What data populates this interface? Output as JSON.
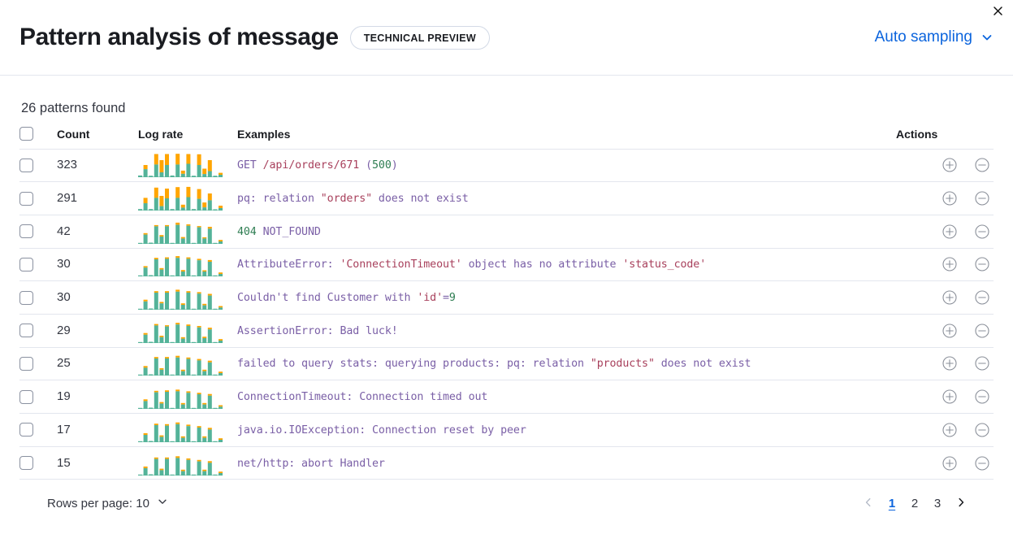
{
  "header": {
    "title": "Pattern analysis of message",
    "badge": "TECHNICAL PREVIEW",
    "sampling_label": "Auto sampling",
    "chevron_icon": "chevron-down-icon",
    "close_icon": "close-icon",
    "accent_color": "#0b64dd"
  },
  "summary": {
    "patterns_found": "26 patterns found"
  },
  "table": {
    "columns": {
      "select": "",
      "count": "Count",
      "log_rate": "Log rate",
      "examples": "Examples",
      "actions": "Actions"
    },
    "rows": [
      {
        "count": "323",
        "example_tokens": [
          {
            "t": "GET ",
            "k": "kw"
          },
          {
            "t": "/api/orders/671",
            "k": "str"
          },
          {
            "t": " (",
            "k": "kw"
          },
          {
            "t": "500",
            "k": "num"
          },
          {
            "t": ")",
            "k": "kw"
          }
        ],
        "spark": [
          {
            "teal": 0.07,
            "orange": 0.0
          },
          {
            "teal": 0.33,
            "orange": 0.17
          },
          {
            "teal": 0.06,
            "orange": 0.0
          },
          {
            "teal": 0.52,
            "orange": 0.43
          },
          {
            "teal": 0.2,
            "orange": 0.5
          },
          {
            "teal": 0.5,
            "orange": 0.45
          },
          {
            "teal": 0.07,
            "orange": 0.0
          },
          {
            "teal": 0.52,
            "orange": 0.44
          },
          {
            "teal": 0.14,
            "orange": 0.13
          },
          {
            "teal": 0.55,
            "orange": 0.4
          },
          {
            "teal": 0.06,
            "orange": 0.0
          },
          {
            "teal": 0.5,
            "orange": 0.44
          },
          {
            "teal": 0.13,
            "orange": 0.22
          },
          {
            "teal": 0.25,
            "orange": 0.45
          },
          {
            "teal": 0.06,
            "orange": 0.0
          },
          {
            "teal": 0.1,
            "orange": 0.08
          }
        ]
      },
      {
        "count": "291",
        "example_tokens": [
          {
            "t": "pq: relation ",
            "k": "kw"
          },
          {
            "t": "\"orders\"",
            "k": "str"
          },
          {
            "t": " does not exist",
            "k": "kw"
          }
        ],
        "spark": [
          {
            "teal": 0.06,
            "orange": 0.0
          },
          {
            "teal": 0.3,
            "orange": 0.22
          },
          {
            "teal": 0.06,
            "orange": 0.0
          },
          {
            "teal": 0.52,
            "orange": 0.42
          },
          {
            "teal": 0.18,
            "orange": 0.42
          },
          {
            "teal": 0.5,
            "orange": 0.4
          },
          {
            "teal": 0.06,
            "orange": 0.0
          },
          {
            "teal": 0.52,
            "orange": 0.44
          },
          {
            "teal": 0.12,
            "orange": 0.12
          },
          {
            "teal": 0.55,
            "orange": 0.42
          },
          {
            "teal": 0.06,
            "orange": 0.0
          },
          {
            "teal": 0.48,
            "orange": 0.4
          },
          {
            "teal": 0.13,
            "orange": 0.2
          },
          {
            "teal": 0.42,
            "orange": 0.28
          },
          {
            "teal": 0.05,
            "orange": 0.0
          },
          {
            "teal": 0.1,
            "orange": 0.1
          }
        ]
      },
      {
        "count": "42",
        "example_tokens": [
          {
            "t": "404",
            "k": "num"
          },
          {
            "t": " NOT_FOUND",
            "k": "kw"
          }
        ],
        "spark": [
          {
            "teal": 0.04,
            "orange": 0.0
          },
          {
            "teal": 0.38,
            "orange": 0.06
          },
          {
            "teal": 0.05,
            "orange": 0.0
          },
          {
            "teal": 0.72,
            "orange": 0.05
          },
          {
            "teal": 0.3,
            "orange": 0.06
          },
          {
            "teal": 0.72,
            "orange": 0.05
          },
          {
            "teal": 0.04,
            "orange": 0.0
          },
          {
            "teal": 0.78,
            "orange": 0.09
          },
          {
            "teal": 0.22,
            "orange": 0.06
          },
          {
            "teal": 0.74,
            "orange": 0.06
          },
          {
            "teal": 0.04,
            "orange": 0.0
          },
          {
            "teal": 0.68,
            "orange": 0.05
          },
          {
            "teal": 0.22,
            "orange": 0.05
          },
          {
            "teal": 0.62,
            "orange": 0.08
          },
          {
            "teal": 0.04,
            "orange": 0.0
          },
          {
            "teal": 0.1,
            "orange": 0.06
          }
        ]
      },
      {
        "count": "30",
        "example_tokens": [
          {
            "t": "AttributeError: ",
            "k": "kw"
          },
          {
            "t": "'ConnectionTimeout'",
            "k": "str"
          },
          {
            "t": " object has no attribute ",
            "k": "kw"
          },
          {
            "t": "'status_code'",
            "k": "str"
          }
        ],
        "spark": [
          {
            "teal": 0.04,
            "orange": 0.0
          },
          {
            "teal": 0.36,
            "orange": 0.06
          },
          {
            "teal": 0.05,
            "orange": 0.0
          },
          {
            "teal": 0.7,
            "orange": 0.06
          },
          {
            "teal": 0.28,
            "orange": 0.06
          },
          {
            "teal": 0.72,
            "orange": 0.06
          },
          {
            "teal": 0.04,
            "orange": 0.0
          },
          {
            "teal": 0.76,
            "orange": 0.07
          },
          {
            "teal": 0.2,
            "orange": 0.06
          },
          {
            "teal": 0.72,
            "orange": 0.06
          },
          {
            "teal": 0.04,
            "orange": 0.0
          },
          {
            "teal": 0.66,
            "orange": 0.06
          },
          {
            "teal": 0.2,
            "orange": 0.05
          },
          {
            "teal": 0.6,
            "orange": 0.07
          },
          {
            "teal": 0.04,
            "orange": 0.0
          },
          {
            "teal": 0.1,
            "orange": 0.06
          }
        ]
      },
      {
        "count": "30",
        "example_tokens": [
          {
            "t": "Couldn't find Customer with ",
            "k": "kw"
          },
          {
            "t": "'id'",
            "k": "str"
          },
          {
            "t": "=",
            "k": "kw"
          },
          {
            "t": "9",
            "k": "num"
          }
        ],
        "spark": [
          {
            "teal": 0.04,
            "orange": 0.0
          },
          {
            "teal": 0.34,
            "orange": 0.07
          },
          {
            "teal": 0.05,
            "orange": 0.0
          },
          {
            "teal": 0.7,
            "orange": 0.06
          },
          {
            "teal": 0.26,
            "orange": 0.06
          },
          {
            "teal": 0.7,
            "orange": 0.06
          },
          {
            "teal": 0.04,
            "orange": 0.0
          },
          {
            "teal": 0.74,
            "orange": 0.08
          },
          {
            "teal": 0.2,
            "orange": 0.06
          },
          {
            "teal": 0.7,
            "orange": 0.06
          },
          {
            "teal": 0.04,
            "orange": 0.0
          },
          {
            "teal": 0.66,
            "orange": 0.06
          },
          {
            "teal": 0.18,
            "orange": 0.06
          },
          {
            "teal": 0.58,
            "orange": 0.07
          },
          {
            "teal": 0.04,
            "orange": 0.0
          },
          {
            "teal": 0.09,
            "orange": 0.06
          }
        ]
      },
      {
        "count": "29",
        "example_tokens": [
          {
            "t": "AssertionError: Bad luck!",
            "k": "kw"
          }
        ],
        "spark": [
          {
            "teal": 0.04,
            "orange": 0.0
          },
          {
            "teal": 0.34,
            "orange": 0.07
          },
          {
            "teal": 0.05,
            "orange": 0.0
          },
          {
            "teal": 0.72,
            "orange": 0.06
          },
          {
            "teal": 0.24,
            "orange": 0.06
          },
          {
            "teal": 0.68,
            "orange": 0.05
          },
          {
            "teal": 0.04,
            "orange": 0.0
          },
          {
            "teal": 0.76,
            "orange": 0.07
          },
          {
            "teal": 0.18,
            "orange": 0.06
          },
          {
            "teal": 0.7,
            "orange": 0.06
          },
          {
            "teal": 0.04,
            "orange": 0.0
          },
          {
            "teal": 0.64,
            "orange": 0.06
          },
          {
            "teal": 0.2,
            "orange": 0.06
          },
          {
            "teal": 0.56,
            "orange": 0.07
          },
          {
            "teal": 0.04,
            "orange": 0.0
          },
          {
            "teal": 0.1,
            "orange": 0.06
          }
        ]
      },
      {
        "count": "25",
        "example_tokens": [
          {
            "t": "failed to query stats: querying products: pq: relation ",
            "k": "kw"
          },
          {
            "t": "\"products\"",
            "k": "str"
          },
          {
            "t": " does not exist",
            "k": "kw"
          }
        ],
        "spark": [
          {
            "teal": 0.04,
            "orange": 0.0
          },
          {
            "teal": 0.32,
            "orange": 0.07
          },
          {
            "teal": 0.05,
            "orange": 0.0
          },
          {
            "teal": 0.7,
            "orange": 0.06
          },
          {
            "teal": 0.24,
            "orange": 0.06
          },
          {
            "teal": 0.7,
            "orange": 0.06
          },
          {
            "teal": 0.04,
            "orange": 0.0
          },
          {
            "teal": 0.74,
            "orange": 0.07
          },
          {
            "teal": 0.18,
            "orange": 0.06
          },
          {
            "teal": 0.68,
            "orange": 0.06
          },
          {
            "teal": 0.04,
            "orange": 0.0
          },
          {
            "teal": 0.62,
            "orange": 0.06
          },
          {
            "teal": 0.18,
            "orange": 0.06
          },
          {
            "teal": 0.54,
            "orange": 0.07
          },
          {
            "teal": 0.04,
            "orange": 0.0
          },
          {
            "teal": 0.1,
            "orange": 0.06
          }
        ]
      },
      {
        "count": "19",
        "example_tokens": [
          {
            "t": "ConnectionTimeout: Connection timed out",
            "k": "kw"
          }
        ],
        "spark": [
          {
            "teal": 0.04,
            "orange": 0.0
          },
          {
            "teal": 0.32,
            "orange": 0.07
          },
          {
            "teal": 0.05,
            "orange": 0.0
          },
          {
            "teal": 0.68,
            "orange": 0.06
          },
          {
            "teal": 0.22,
            "orange": 0.06
          },
          {
            "teal": 0.7,
            "orange": 0.06
          },
          {
            "teal": 0.04,
            "orange": 0.0
          },
          {
            "teal": 0.72,
            "orange": 0.07
          },
          {
            "teal": 0.18,
            "orange": 0.06
          },
          {
            "teal": 0.66,
            "orange": 0.06
          },
          {
            "teal": 0.04,
            "orange": 0.0
          },
          {
            "teal": 0.6,
            "orange": 0.06
          },
          {
            "teal": 0.18,
            "orange": 0.06
          },
          {
            "teal": 0.54,
            "orange": 0.07
          },
          {
            "teal": 0.04,
            "orange": 0.0
          },
          {
            "teal": 0.09,
            "orange": 0.06
          }
        ]
      },
      {
        "count": "17",
        "example_tokens": [
          {
            "t": "java.io.IOException: Connection reset by peer",
            "k": "kw"
          }
        ],
        "spark": [
          {
            "teal": 0.04,
            "orange": 0.0
          },
          {
            "teal": 0.3,
            "orange": 0.07
          },
          {
            "teal": 0.05,
            "orange": 0.0
          },
          {
            "teal": 0.7,
            "orange": 0.06
          },
          {
            "teal": 0.22,
            "orange": 0.06
          },
          {
            "teal": 0.68,
            "orange": 0.06
          },
          {
            "teal": 0.04,
            "orange": 0.0
          },
          {
            "teal": 0.74,
            "orange": 0.07
          },
          {
            "teal": 0.18,
            "orange": 0.06
          },
          {
            "teal": 0.66,
            "orange": 0.06
          },
          {
            "teal": 0.04,
            "orange": 0.0
          },
          {
            "teal": 0.6,
            "orange": 0.06
          },
          {
            "teal": 0.18,
            "orange": 0.06
          },
          {
            "teal": 0.52,
            "orange": 0.07
          },
          {
            "teal": 0.04,
            "orange": 0.0
          },
          {
            "teal": 0.1,
            "orange": 0.06
          }
        ]
      },
      {
        "count": "15",
        "example_tokens": [
          {
            "t": "net/http: abort Handler",
            "k": "kw"
          }
        ],
        "spark": [
          {
            "teal": 0.04,
            "orange": 0.0
          },
          {
            "teal": 0.3,
            "orange": 0.07
          },
          {
            "teal": 0.05,
            "orange": 0.0
          },
          {
            "teal": 0.68,
            "orange": 0.06
          },
          {
            "teal": 0.22,
            "orange": 0.06
          },
          {
            "teal": 0.68,
            "orange": 0.06
          },
          {
            "teal": 0.04,
            "orange": 0.0
          },
          {
            "teal": 0.72,
            "orange": 0.07
          },
          {
            "teal": 0.18,
            "orange": 0.06
          },
          {
            "teal": 0.64,
            "orange": 0.06
          },
          {
            "teal": 0.04,
            "orange": 0.0
          },
          {
            "teal": 0.58,
            "orange": 0.06
          },
          {
            "teal": 0.18,
            "orange": 0.06
          },
          {
            "teal": 0.52,
            "orange": 0.07
          },
          {
            "teal": 0.04,
            "orange": 0.0
          },
          {
            "teal": 0.1,
            "orange": 0.06
          }
        ]
      }
    ],
    "row_action_icons": {
      "add": "plus-circle-icon",
      "remove": "minus-circle-icon"
    }
  },
  "footer": {
    "rows_per_page_label": "Rows per page: 10",
    "rows_per_page_icon": "chevron-down-icon",
    "prev_icon": "chevron-left-icon",
    "next_icon": "chevron-right-icon",
    "pages": [
      "1",
      "2",
      "3"
    ],
    "active_page": "1"
  },
  "colors": {
    "spark_teal": "#54b399",
    "spark_orange": "#ffa500",
    "link": "#0b64dd",
    "token_keyword": "#7a5fa6",
    "token_string": "#a8405c",
    "token_number": "#2e7d52"
  }
}
